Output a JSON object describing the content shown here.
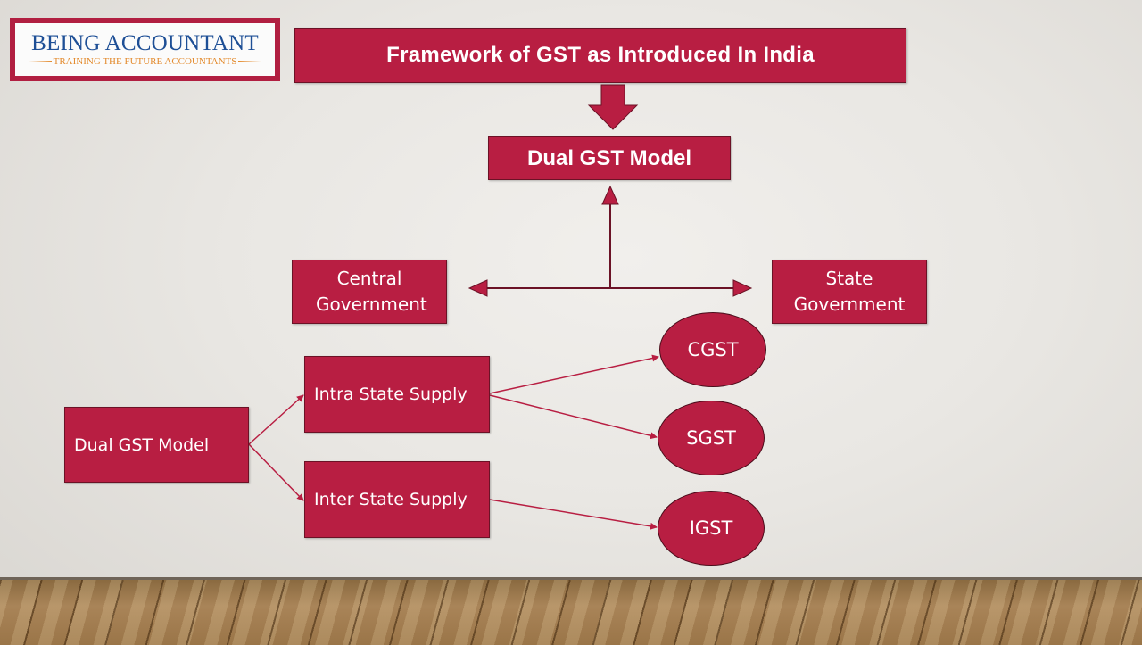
{
  "logo": {
    "title": "BEING ACCOUNTANT",
    "tagline": "TRAINING THE FUTURE ACCOUNTANTS"
  },
  "slide": {
    "title": "Framework of GST as Introduced In India",
    "top_model": "Dual GST Model",
    "central_government": "Central Government",
    "state_government": "State Government",
    "left_model": "Dual GST Model",
    "intra_state": "Intra State Supply",
    "inter_state": "Inter State Supply",
    "taxes": {
      "cgst": "CGST",
      "sgst": "SGST",
      "igst": "IGST"
    }
  },
  "colors": {
    "box_fill": "#b81e42",
    "logo_border": "#b11f41",
    "logo_text": "#1e4f96",
    "logo_tagline": "#e38a2c",
    "background": "#e9e7e3"
  }
}
